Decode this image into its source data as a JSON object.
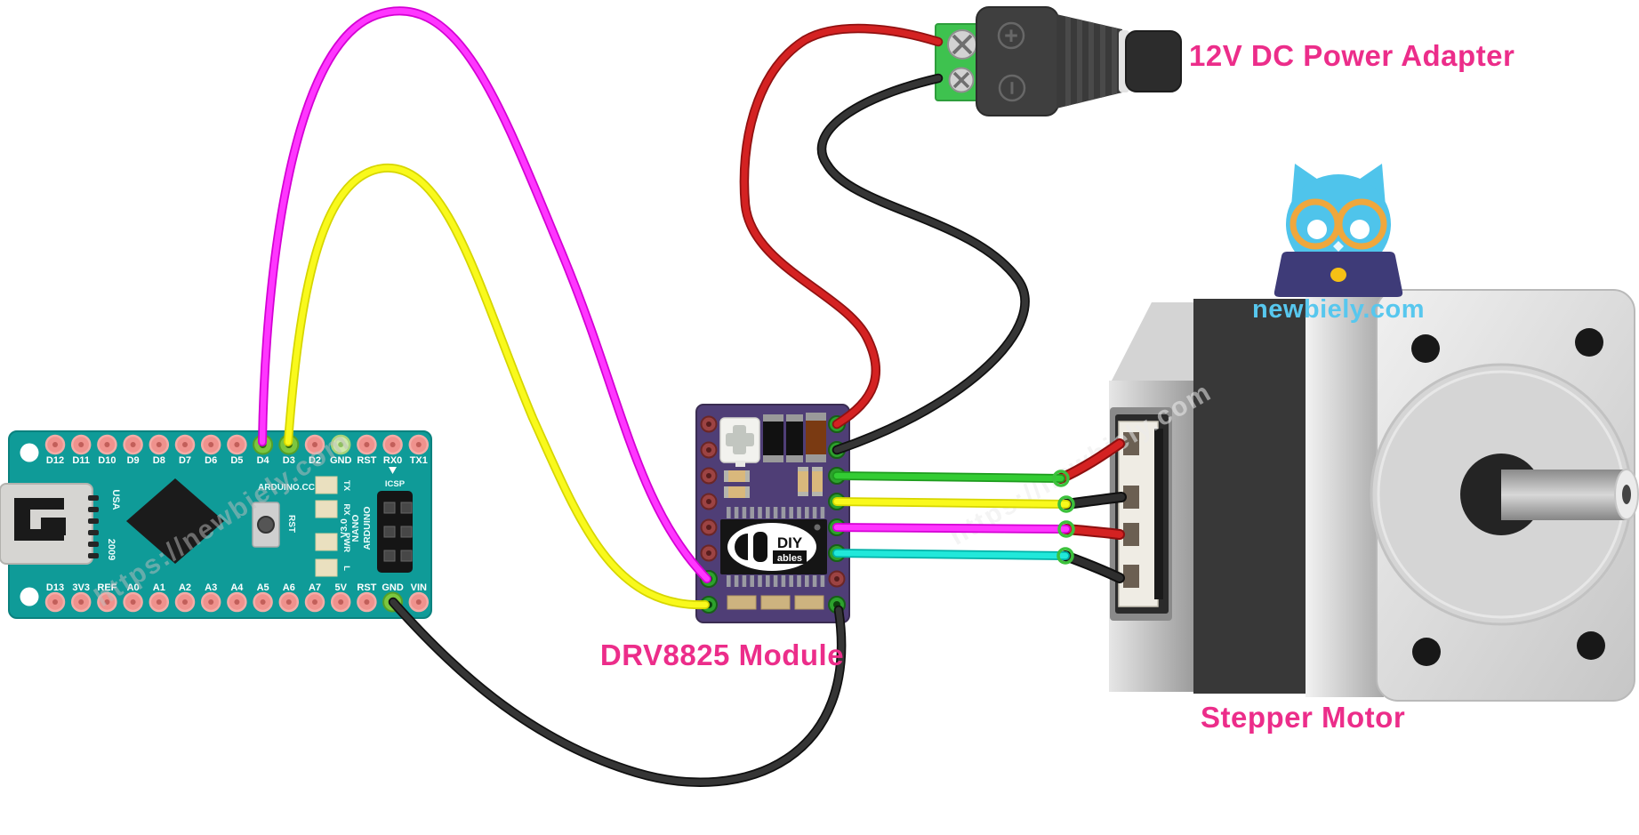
{
  "labels": {
    "power_adapter": "12V DC Power Adapter",
    "driver_module": "DRV8825 Module",
    "stepper_motor": "Stepper Motor",
    "color": "#ec2d8a"
  },
  "branding": {
    "site": "newbiely.com",
    "site_color": "#57c7ee",
    "watermark": "https://newbiely.com"
  },
  "arduino": {
    "board_color": "#0f9b98",
    "top_pins": [
      "D12",
      "D11",
      "D10",
      "D9",
      "D8",
      "D7",
      "D6",
      "D5",
      "D4",
      "D3",
      "D2",
      "GND",
      "RST",
      "RX0",
      "TX1"
    ],
    "bottom_pins": [
      "D13",
      "3V3",
      "REF",
      "A0",
      "A1",
      "A2",
      "A3",
      "A4",
      "A5",
      "A6",
      "A7",
      "5V",
      "RST",
      "GND",
      "VIN"
    ],
    "connected_top_pins": [
      "D4",
      "D3"
    ],
    "connected_bottom_pins": [
      "GND"
    ],
    "silk": {
      "brand": "ARDUINO.CC",
      "usa": "USA",
      "year": "2009",
      "reset": "RST",
      "icsp": "ICSP",
      "model": [
        "ARDUINO",
        "NANO",
        "V3.0"
      ],
      "leds": [
        "TX",
        "RX",
        "PWR",
        "L"
      ]
    }
  },
  "driver": {
    "board_color": "#4f3e76",
    "chip_logo": {
      "top": "DIY",
      "bottom": "ables"
    }
  },
  "adapter": {
    "positive_mark": "+",
    "negative_mark": "−"
  },
  "wires": [
    {
      "id": "motor-power-positive",
      "color": "#d42222",
      "edge": "#911111",
      "from": "DRV8825 top-right pin",
      "to": "power adapter + terminal"
    },
    {
      "id": "motor-power-negative",
      "color": "#353535",
      "edge": "#101010",
      "from": "DRV8825 right pin 2",
      "to": "power adapter − terminal"
    },
    {
      "id": "control-d4",
      "color": "#ff36ff",
      "edge": "#d400d4",
      "from": "Arduino Nano pin D4",
      "to": "DRV8825 bottom-left pin"
    },
    {
      "id": "control-d3",
      "color": "#f9f91c",
      "edge": "#d6d600",
      "from": "Arduino Nano pin D3",
      "to": "DRV8825 bottom-left pin 2"
    },
    {
      "id": "logic-ground",
      "color": "#353535",
      "edge": "#101010",
      "from": "Arduino Nano pin GND",
      "to": "DRV8825 bottom-right pin"
    },
    {
      "id": "motor-phase-green",
      "color": "#33cc33",
      "edge": "#1e9c1e",
      "from": "DRV8825 right pin 3",
      "to": "stepper motor connector"
    },
    {
      "id": "motor-phase-yellow",
      "color": "#f9f91c",
      "edge": "#d6d600",
      "from": "DRV8825 right pin 4",
      "to": "stepper motor connector"
    },
    {
      "id": "motor-phase-magenta",
      "color": "#ff36ff",
      "edge": "#d400d4",
      "from": "DRV8825 right pin 5",
      "to": "stepper motor connector"
    },
    {
      "id": "motor-phase-cyan",
      "color": "#21e8da",
      "edge": "#00b2a8",
      "from": "DRV8825 right pin 6",
      "to": "stepper motor connector"
    },
    {
      "id": "motor-lead-1",
      "color": "#d42222",
      "edge": "#8d0f0f",
      "from": "stepper motor connector slot 1",
      "to": "green wire"
    },
    {
      "id": "motor-lead-2",
      "color": "#2e2e2e",
      "edge": "#0f0f0f",
      "from": "stepper motor connector slot 2",
      "to": "yellow wire"
    },
    {
      "id": "motor-lead-3",
      "color": "#d42222",
      "edge": "#8d0f0f",
      "from": "stepper motor connector slot 3",
      "to": "magenta wire"
    },
    {
      "id": "motor-lead-4",
      "color": "#2e2e2e",
      "edge": "#0f0f0f",
      "from": "stepper motor connector slot 4",
      "to": "cyan wire"
    }
  ]
}
